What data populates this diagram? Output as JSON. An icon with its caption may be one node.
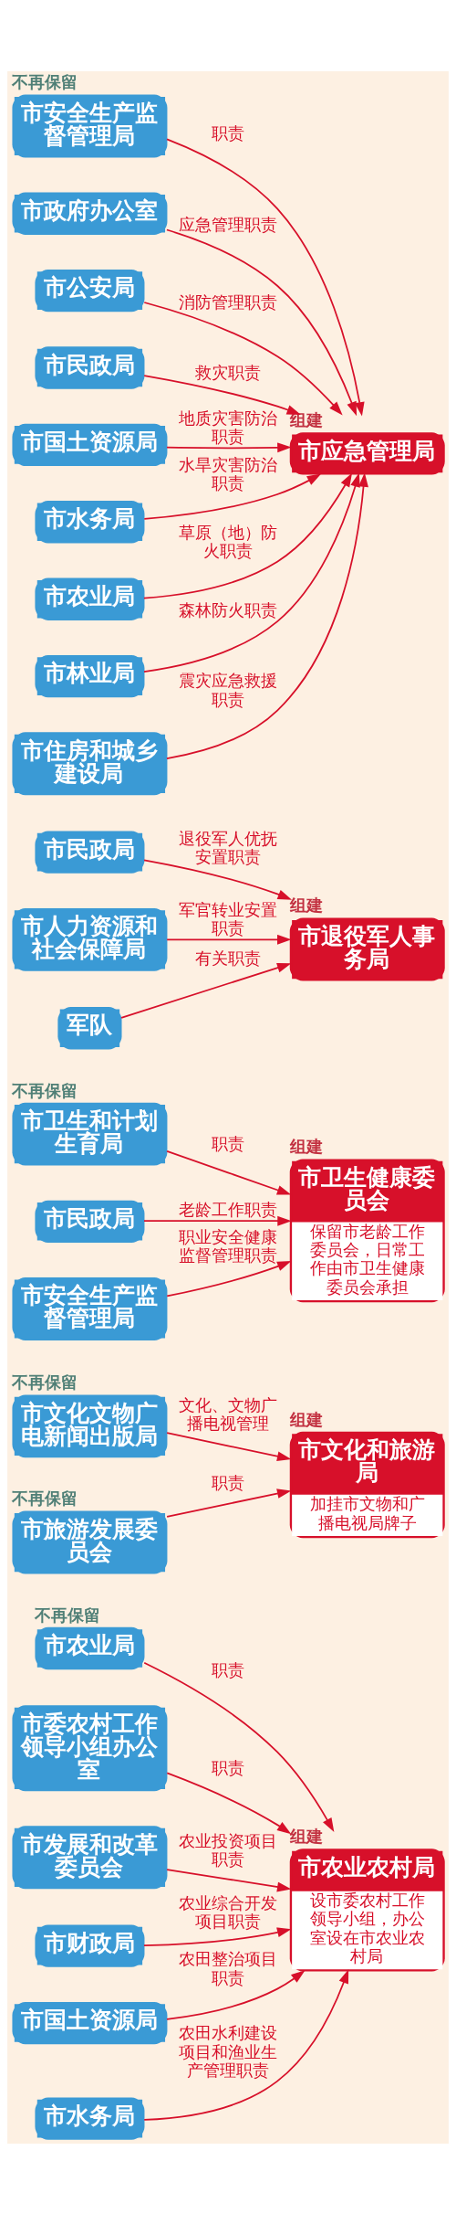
{
  "diagram": {
    "nodes": [
      {
        "text": [
          "市农业局"
        ],
        "beside": [
          "不再保留"
        ]
      },
      {
        "text": [
          "市委农村工作领导小组办公室"
        ]
      },
      {
        "text": [
          "市发展和改革委员会"
        ]
      },
      {
        "text": [
          "市财政局"
        ]
      },
      {
        "text": [
          "市国土资源局"
        ]
      },
      {
        "text": [
          "市水务局"
        ]
      },
      {
        "text": [
          "市农业农村局",
          "设市委农村工作领导小组，办公室设在市农业农村局"
        ],
        "beside": [
          "组建"
        ]
      },
      {
        "text": [
          "市文化和旅游局",
          "加挂市文物和广播电视局牌子"
        ],
        "beside": [
          "组建"
        ]
      },
      {
        "text": [
          "市文化文物广电新闻出版局"
        ],
        "beside": [
          "不再保留"
        ]
      },
      {
        "text": [
          "市旅游发展委员会"
        ],
        "beside": [
          "不再保留"
        ]
      },
      {
        "text": [
          "市卫生和计划生育局"
        ],
        "beside": [
          "不再保留"
        ]
      },
      {
        "text": [
          "市民政局"
        ]
      },
      {
        "text": [
          "市安全生产监督管理局"
        ]
      },
      {
        "text": [
          "市卫生健康委员会",
          "保留市老龄工作委员会，日常工作由市卫生健康委员会承担"
        ],
        "beside": [
          "组建"
        ]
      },
      {
        "text": [
          "市退役军人事务局"
        ],
        "beside": [
          "组建"
        ]
      },
      {
        "text": [
          "市民政局"
        ]
      },
      {
        "text": [
          "市人力资源和社会保障局"
        ]
      },
      {
        "text": [
          "军队"
        ]
      },
      {
        "text": [
          "市安全生产监督管理局"
        ],
        "beside": [
          "不再保留"
        ]
      },
      {
        "text": [
          "市政府办公室"
        ]
      },
      {
        "text": [
          "市公安局"
        ]
      },
      {
        "text": [
          "市民政局"
        ]
      },
      {
        "text": [
          "市国土资源局"
        ]
      },
      {
        "text": [
          "市水务局"
        ]
      },
      {
        "text": [
          "市农业局"
        ]
      },
      {
        "text": [
          "市林业局"
        ]
      },
      {
        "text": [
          "市住房和城乡建设局"
        ]
      },
      {
        "text": [
          "市应急管理局"
        ],
        "beside": [
          "组建"
        ]
      }
    ],
    "edges": [
      {
        "from": 0,
        "to": 6,
        "arrow": "to",
        "label": "职责"
      },
      {
        "from": 1,
        "to": 6,
        "arrow": "to",
        "label": "职责"
      },
      {
        "from": 2,
        "to": 6,
        "arrow": "to",
        "label": "农业投资项目职责"
      },
      {
        "from": 3,
        "to": 6,
        "arrow": "to",
        "label": "农业综合开发项目职责"
      },
      {
        "from": 4,
        "to": 6,
        "arrow": "to",
        "label": "农田整治项目职责"
      },
      {
        "from": 5,
        "to": 6,
        "arrow": "to",
        "label": "农田水利建设项目和渔业生产管理职责"
      },
      {
        "from": 8,
        "to": 7,
        "arrow": "to",
        "label": "文化、文物广播电视管理"
      },
      {
        "from": 9,
        "to": 7,
        "arrow": "to",
        "label": "职责"
      },
      {
        "from": 10,
        "to": 13,
        "arrow": "to",
        "label": "职责"
      },
      {
        "from": 11,
        "to": 13,
        "arrow": "to",
        "label": "老龄工作职责"
      },
      {
        "from": 12,
        "to": 13,
        "arrow": "to",
        "label": "职业安全健康监督管理职责"
      },
      {
        "from": 15,
        "to": 14,
        "arrow": "to",
        "label": "退役军人优抚安置职责"
      },
      {
        "from": 16,
        "to": 14,
        "arrow": "to",
        "label": "军官转业安置职责"
      },
      {
        "from": 17,
        "to": 14,
        "arrow": "to",
        "label": "有关职责"
      },
      {
        "from": 18,
        "to": 27,
        "arrow": "to",
        "label": "职责"
      },
      {
        "from": 19,
        "to": 27,
        "arrow": "to",
        "label": "应急管理职责"
      },
      {
        "from": 20,
        "to": 27,
        "arrow": "to",
        "label": "消防管理职责"
      },
      {
        "from": 21,
        "to": 27,
        "arrow": "to",
        "label": "救灾职责"
      },
      {
        "from": 22,
        "to": 27,
        "arrow": "to",
        "label": "地质灾害防治职责"
      },
      {
        "from": 23,
        "to": 27,
        "arrow": "to",
        "label": "水旱灾害防治职责"
      },
      {
        "from": 24,
        "to": 27,
        "arrow": "to",
        "label": "草原（地）防火职责"
      },
      {
        "from": 25,
        "to": 27,
        "arrow": "to",
        "label": "森林防火职责"
      },
      {
        "from": 26,
        "to": 27,
        "arrow": "to",
        "label": "震灾应急救援职责"
      }
    ]
  }
}
